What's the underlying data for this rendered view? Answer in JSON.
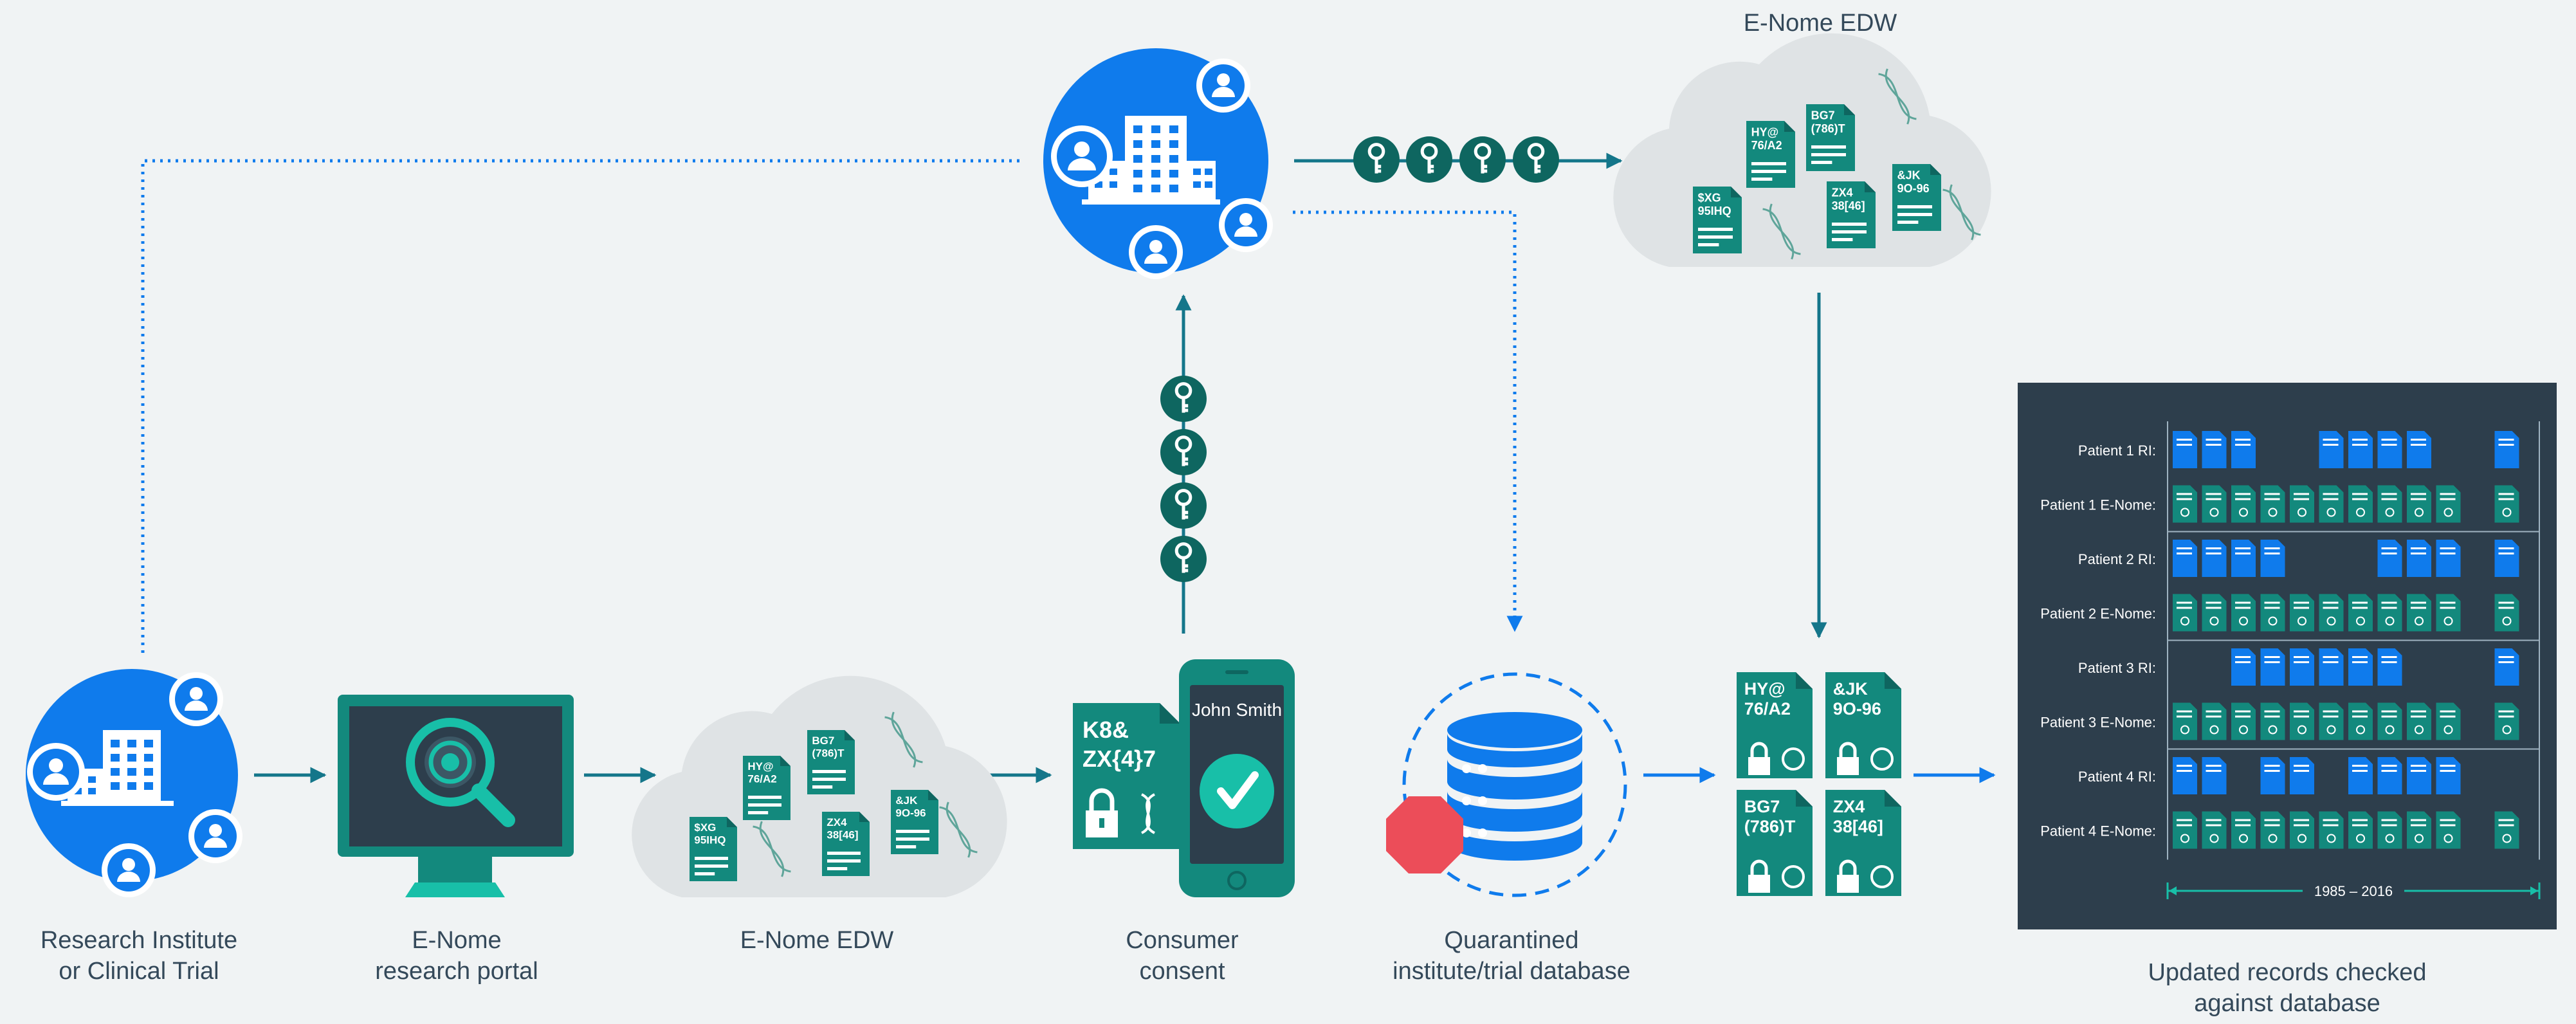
{
  "labels": {
    "research": [
      "Research Institute",
      "or Clinical Trial"
    ],
    "portal": [
      "E-Nome",
      "research portal"
    ],
    "edw_bottom": "E-Nome EDW",
    "consent": [
      "Consumer",
      "consent"
    ],
    "quarantined": [
      "Quarantined",
      "institute/trial database"
    ],
    "edw_top": "E-Nome EDW",
    "updated": [
      "Updated records checked",
      "against database"
    ]
  },
  "phone": {
    "name": "John Smith"
  },
  "consent_doc": [
    "K8&",
    "ZX{4}7"
  ],
  "edw_docs": [
    [
      "HY@",
      "76/A2"
    ],
    [
      "BG7",
      "(786)T"
    ],
    [
      "$XG",
      "95IHQ"
    ],
    [
      "ZX4",
      "38[46]"
    ],
    [
      "&JK",
      "9O-96"
    ]
  ],
  "result_docs": [
    [
      "HY@",
      "76/A2"
    ],
    [
      "&JK",
      "9O-96"
    ],
    [
      "BG7",
      "(786)T"
    ],
    [
      "ZX4",
      "38[46]"
    ]
  ],
  "records_panel": {
    "rows": [
      {
        "label": "Patient 1 RI:",
        "type": "ri",
        "mask": [
          1,
          1,
          1,
          0,
          0,
          1,
          1,
          1,
          1,
          0,
          0,
          1
        ]
      },
      {
        "label": "Patient 1 E-Nome:",
        "type": "en",
        "mask": [
          1,
          1,
          1,
          1,
          1,
          1,
          1,
          1,
          1,
          1,
          0,
          1
        ]
      },
      {
        "label": "Patient 2 RI:",
        "type": "ri",
        "mask": [
          1,
          1,
          1,
          1,
          0,
          0,
          0,
          1,
          1,
          1,
          0,
          1
        ]
      },
      {
        "label": "Patient 2 E-Nome:",
        "type": "en",
        "mask": [
          1,
          1,
          1,
          1,
          1,
          1,
          1,
          1,
          1,
          1,
          0,
          1
        ]
      },
      {
        "label": "Patient 3 RI:",
        "type": "ri",
        "mask": [
          0,
          0,
          1,
          1,
          1,
          1,
          1,
          1,
          0,
          0,
          0,
          1
        ]
      },
      {
        "label": "Patient 3 E-Nome:",
        "type": "en",
        "mask": [
          1,
          1,
          1,
          1,
          1,
          1,
          1,
          1,
          1,
          1,
          0,
          1
        ]
      },
      {
        "label": "Patient 4 RI:",
        "type": "ri",
        "mask": [
          1,
          1,
          0,
          1,
          1,
          0,
          1,
          1,
          1,
          1,
          0,
          0
        ]
      },
      {
        "label": "Patient 4 E-Nome:",
        "type": "en",
        "mask": [
          1,
          1,
          1,
          1,
          1,
          1,
          1,
          1,
          1,
          1,
          0,
          1
        ]
      }
    ],
    "timeline": "1985 – 2016"
  },
  "colors": {
    "blue": "#0f7bec",
    "teal": "#13897d",
    "darkteal": "#0e6660",
    "arrow": "#14768a",
    "panel": "#2d3e4c",
    "cloud": "#dfe3e5",
    "stop": "#ec4d59",
    "text": "#34495a"
  }
}
